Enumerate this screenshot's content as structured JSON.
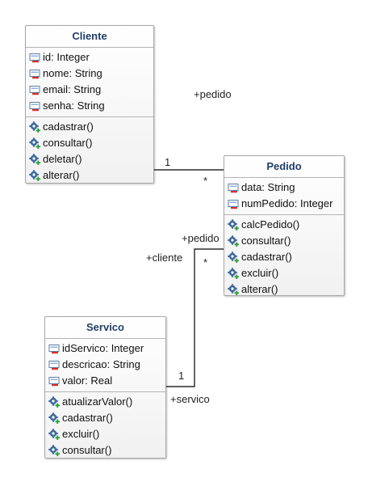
{
  "classes": [
    {
      "id": "cliente",
      "name": "Cliente",
      "attributes": [
        "id: Integer",
        "nome: String",
        "email: String",
        "senha: String"
      ],
      "operations": [
        "cadastrar()",
        "consultar()",
        "deletar()",
        "alterar()"
      ]
    },
    {
      "id": "pedido",
      "name": "Pedido",
      "attributes": [
        "data: String",
        "numPedido: Integer"
      ],
      "operations": [
        "calcPedido()",
        "consultar()",
        "cadastrar()",
        "excluir()",
        "alterar()"
      ]
    },
    {
      "id": "servico",
      "name": "Servico",
      "attributes": [
        "idServico: Integer",
        "descricao: String",
        "valor: Real"
      ],
      "operations": [
        "atualizarValor()",
        "cadastrar()",
        "excluir()",
        "consultar()"
      ]
    }
  ],
  "associations": {
    "cliente_pedido": {
      "role_pedido": "+pedido",
      "mult_cliente": "1",
      "mult_pedido": "*"
    },
    "pedido_servico": {
      "role_pedido": "+pedido",
      "role_cliente": "+cliente",
      "mult_pedido": "*",
      "mult_servico": "1",
      "role_servico": "+servico"
    }
  },
  "icons": {
    "attribute": "attribute-icon",
    "operation": "operation-icon"
  },
  "colors": {
    "title": "#1f3f68",
    "line": "#000000",
    "border": "#a8a8a8"
  }
}
